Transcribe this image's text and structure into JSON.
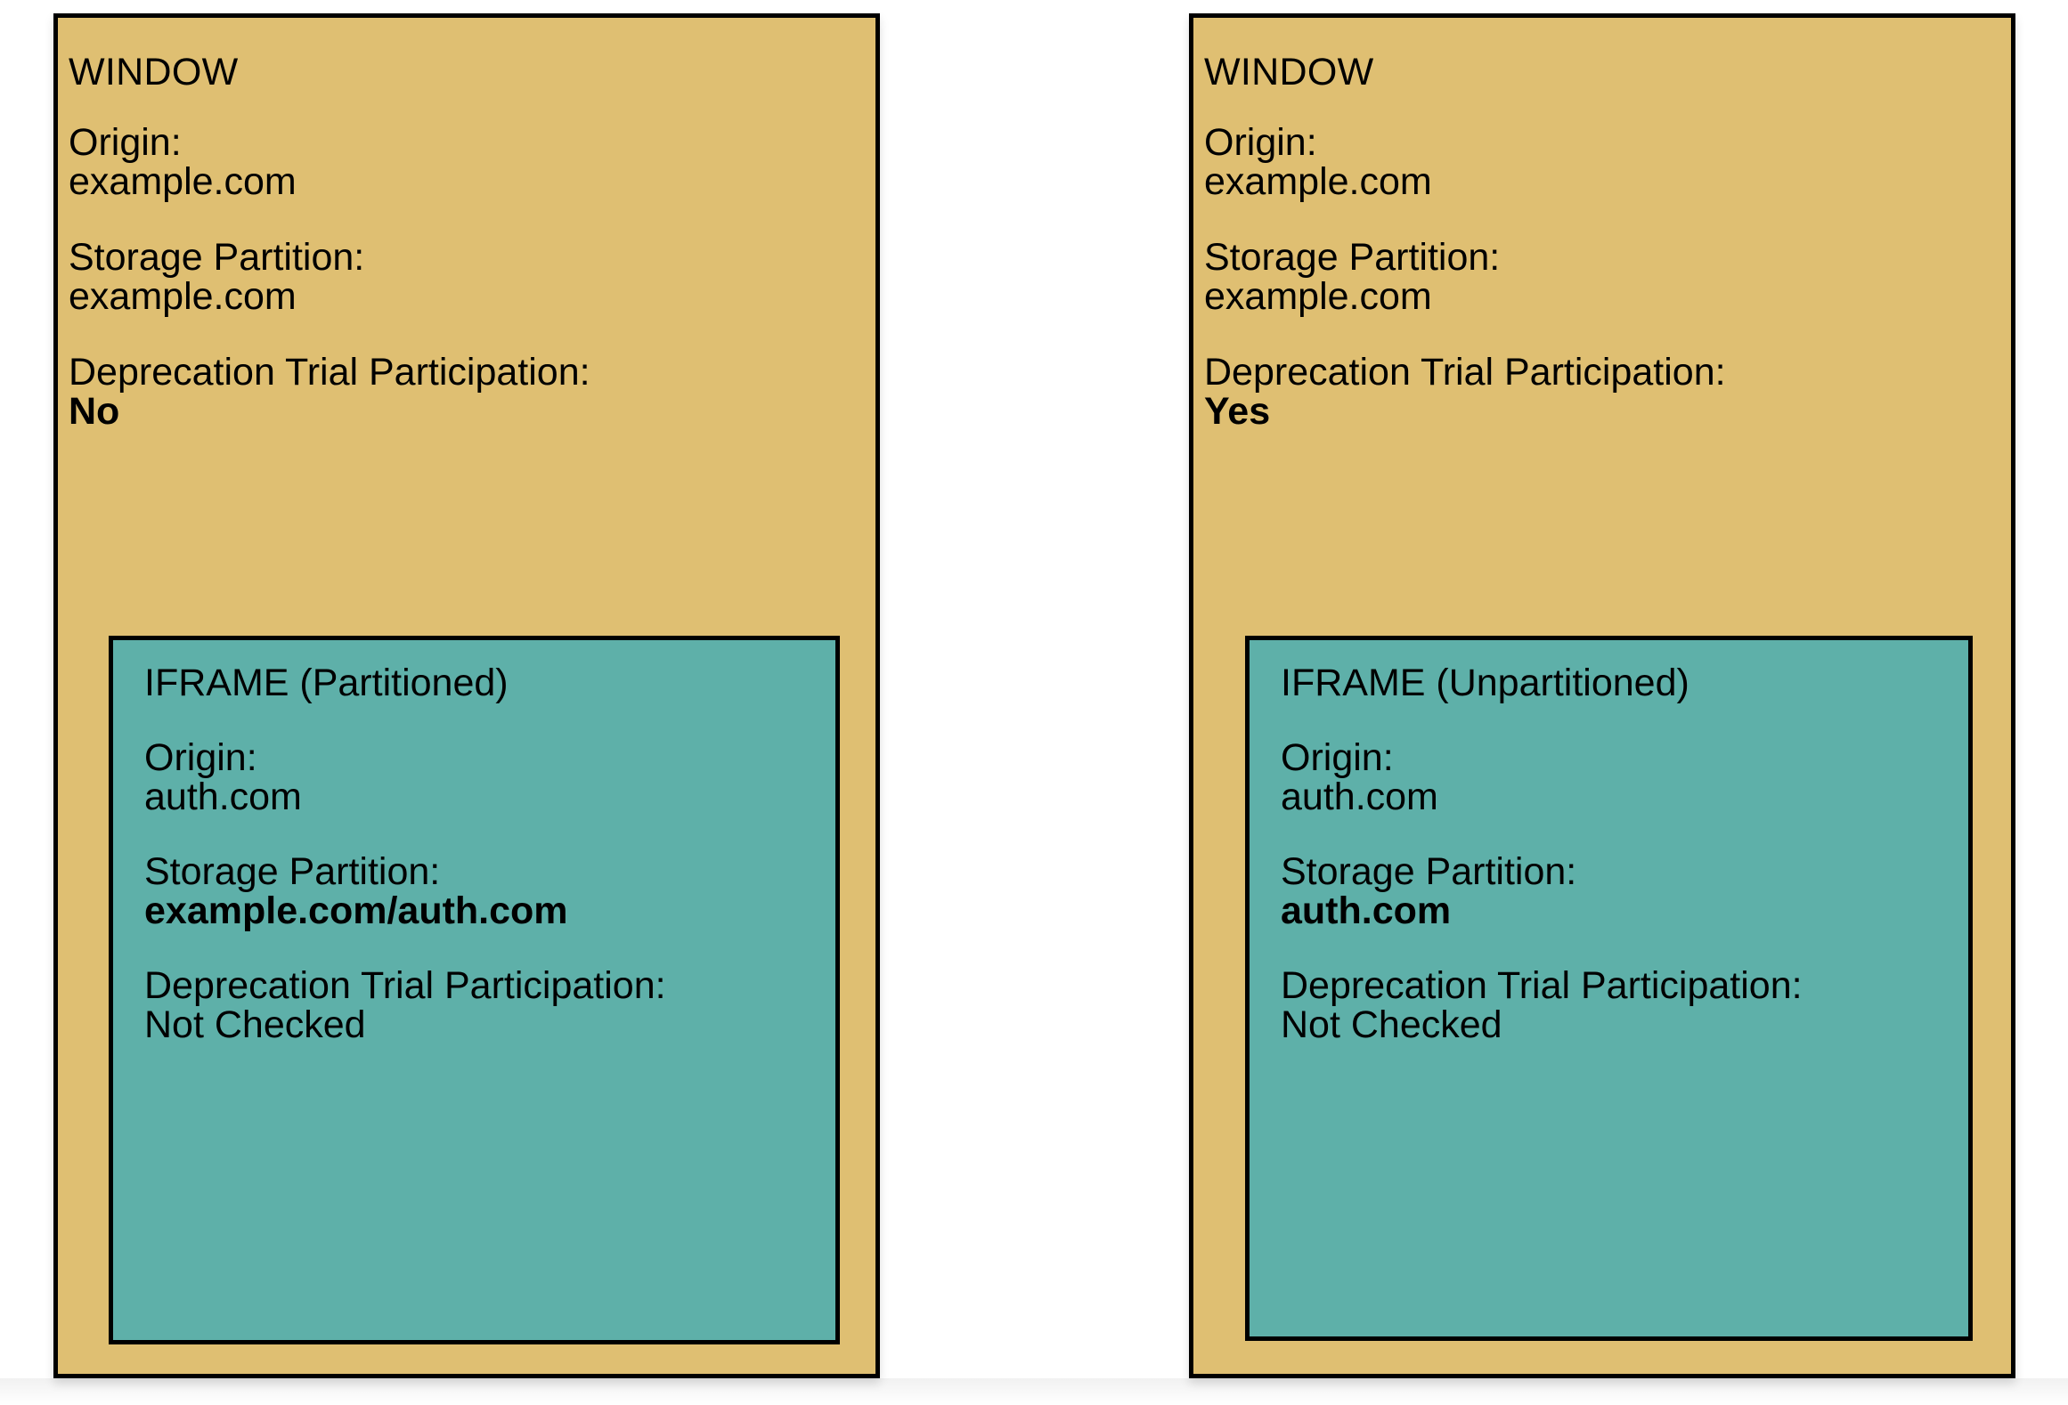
{
  "diagram": {
    "type": "comparison-diagram",
    "colors": {
      "window_fill": "#dfbf72",
      "iframe_fill": "#5eb0a9",
      "border": "#000000",
      "background": "#ffffff",
      "text": "#000000"
    },
    "panels": [
      {
        "id": "left",
        "window": {
          "title": "WINDOW",
          "fields": [
            {
              "label": "Origin:",
              "value": "example.com",
              "bold": false
            },
            {
              "label": "Storage Partition:",
              "value": "example.com",
              "bold": false
            },
            {
              "label": "Deprecation Trial Participation:",
              "value": "No",
              "bold": true
            }
          ]
        },
        "iframe": {
          "title": "IFRAME (Partitioned)",
          "fields": [
            {
              "label": "Origin:",
              "value": "auth.com",
              "bold": false
            },
            {
              "label": "Storage Partition:",
              "value": "example.com/auth.com",
              "bold": true
            },
            {
              "label": "Deprecation Trial Participation:",
              "value": "Not Checked",
              "bold": false
            }
          ]
        }
      },
      {
        "id": "right",
        "window": {
          "title": "WINDOW",
          "fields": [
            {
              "label": "Origin:",
              "value": "example.com",
              "bold": false
            },
            {
              "label": "Storage Partition:",
              "value": "example.com",
              "bold": false
            },
            {
              "label": "Deprecation Trial Participation:",
              "value": "Yes",
              "bold": true
            }
          ]
        },
        "iframe": {
          "title": "IFRAME (Unpartitioned)",
          "fields": [
            {
              "label": "Origin:",
              "value": "auth.com",
              "bold": false
            },
            {
              "label": "Storage Partition:",
              "value": "auth.com",
              "bold": true
            },
            {
              "label": "Deprecation Trial Participation:",
              "value": "Not Checked",
              "bold": false
            }
          ]
        }
      }
    ]
  }
}
